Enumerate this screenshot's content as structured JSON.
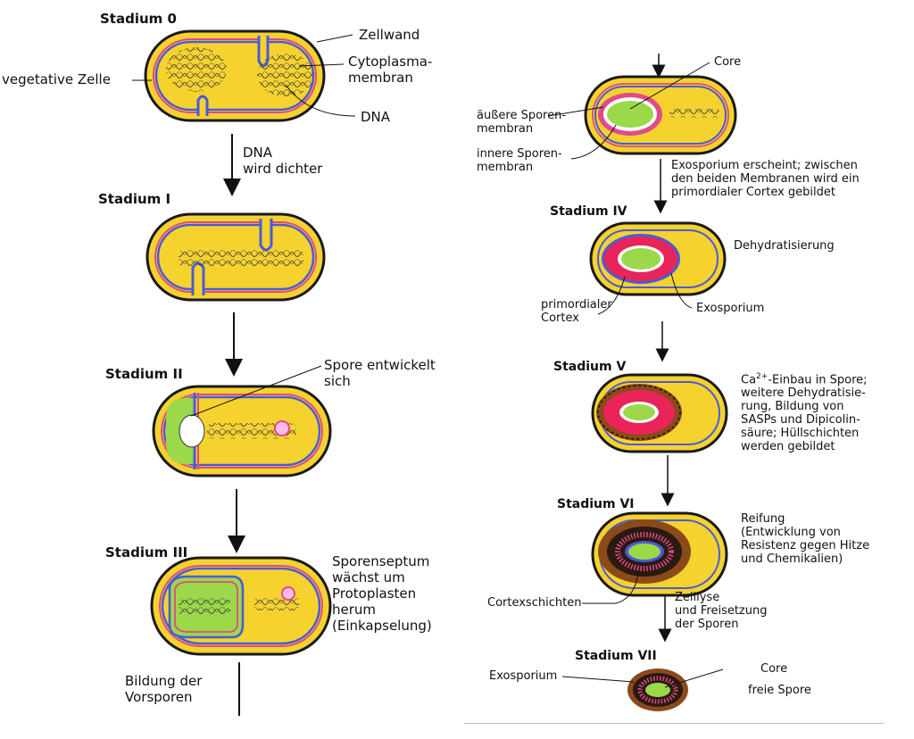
{
  "left": {
    "stage0": {
      "title": "Stadium 0",
      "labels": {
        "cell": "vegetative Zelle",
        "wall": "Zellwand",
        "membrane": "Cytoplasma-\nmembran",
        "dna": "DNA"
      }
    },
    "arrow1_text": "DNA\nwird dichter",
    "stage1": {
      "title": "Stadium I"
    },
    "stage2": {
      "title": "Stadium II",
      "label": "Spore entwickelt\nsich"
    },
    "stage3": {
      "title": "Stadium III",
      "label": "Sporenseptum\nwächst um\nProtoplasten\nherum\n(Einkapselung)"
    },
    "bottom_text": "Bildung der\nVorsporen"
  },
  "right": {
    "top_label_core": "Core",
    "outer_membrane": "äußere Sporen-\nmembran",
    "inner_membrane": "innere Sporen-\nmembran",
    "arrow_text_exo": "Exosporium erscheint; zwischen\nden beiden Membranen wird ein\nprimordialer Cortex gebildet",
    "stage4": {
      "title": "Stadium IV",
      "label": "Dehydratisierung",
      "cortex": "primordialer\nCortex",
      "exosporium": "Exosporium"
    },
    "stage5": {
      "title": "Stadium V",
      "label_ca": "Ca",
      "label_ca_sup": "2+",
      "label_rest": "-Einbau in Spore;\nweitere Dehydratisie-\nrung, Bildung von\nSASPs und Dipicolin-\nsäure; Hüllschichten\nwerden gebildet"
    },
    "stage6": {
      "title": "Stadium VI",
      "label": "Reifung\n(Entwicklung von\nResistenz gegen Hitze\nund Chemikalien)",
      "cortex_layers": "Cortexschichten"
    },
    "arrow_text_lysis": "Zelllyse\nund Freisetzung\nder Sporen",
    "stage7": {
      "title": "Stadium VII",
      "exosporium": "Exosporium",
      "core": "Core",
      "free_spore": "freie Spore"
    }
  },
  "colors": {
    "cell_fill": "#f5d22e",
    "cell_outline": "#1a1a1a",
    "membrane_blue": "#4a5bd6",
    "membrane_pink": "#e04a8a",
    "spore_green": "#9bd84a",
    "cortex_red": "#e8245a",
    "coat_brown": "#8a4a1a",
    "coat_dark": "#2a1a10"
  }
}
